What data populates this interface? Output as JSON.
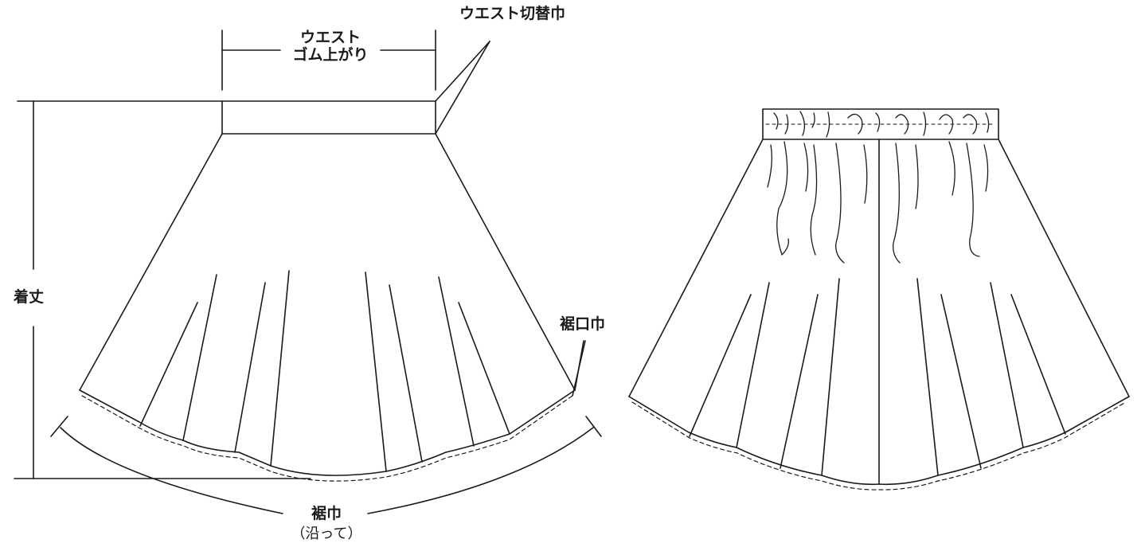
{
  "labels": {
    "waist_switch_width": "ウエスト切替巾",
    "waist_elastic_line1": "ウエスト",
    "waist_elastic_line2": "ゴム上がり",
    "length": "着丈",
    "hem_opening_width": "裾口巾",
    "hem_width_line1": "裾巾",
    "hem_width_line2": "（沿って）"
  },
  "colors": {
    "line": "#1a1a1a",
    "background": "#ffffff"
  }
}
